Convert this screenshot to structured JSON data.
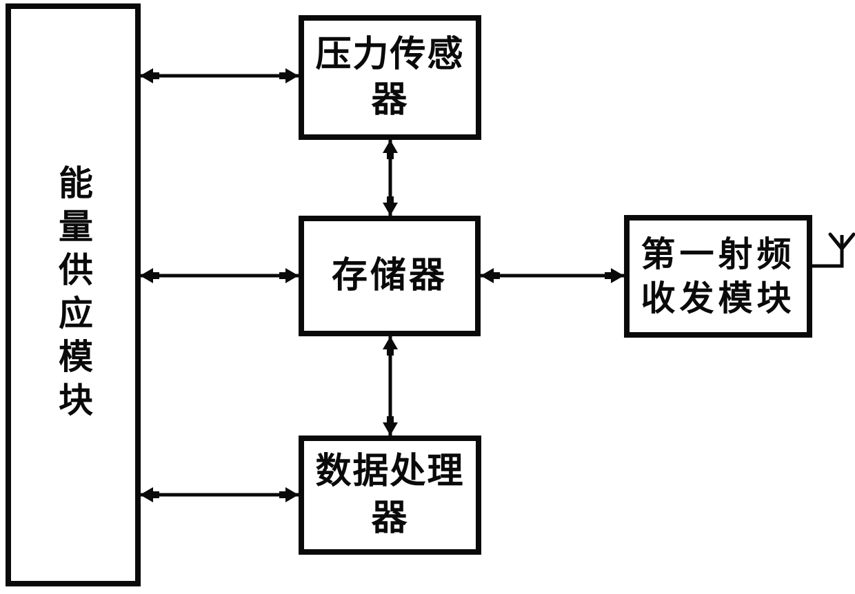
{
  "diagram": {
    "type": "block-diagram",
    "blocks": [
      {
        "id": "energy-supply-module",
        "label": "能量供应模块",
        "text_orientation": "vertical"
      },
      {
        "id": "pressure-sensor",
        "label": "压力传感器",
        "text_orientation": "horizontal"
      },
      {
        "id": "memory",
        "label": "存储器",
        "text_orientation": "horizontal"
      },
      {
        "id": "data-processor",
        "label": "数据处理器",
        "text_orientation": "horizontal"
      },
      {
        "id": "rf-transceiver",
        "label": "第一射频收发模块",
        "text_orientation": "horizontal"
      }
    ],
    "connections": [
      {
        "from": "energy-supply-module",
        "to": "pressure-sensor",
        "style": "double-headed-arrow"
      },
      {
        "from": "pressure-sensor",
        "to": "memory",
        "style": "double-headed-arrow"
      },
      {
        "from": "energy-supply-module",
        "to": "memory",
        "style": "double-headed-arrow"
      },
      {
        "from": "memory",
        "to": "rf-transceiver",
        "style": "double-headed-arrow"
      },
      {
        "from": "memory",
        "to": "data-processor",
        "style": "double-headed-arrow"
      },
      {
        "from": "energy-supply-module",
        "to": "data-processor",
        "style": "double-headed-arrow"
      },
      {
        "from": "rf-transceiver",
        "to": "antenna",
        "style": "plain-line"
      }
    ],
    "icons": [
      {
        "name": "antenna-icon",
        "meaning": "antenna attached to rf-transceiver"
      }
    ],
    "colors": {
      "ink": "#0a0a0a",
      "background": "#ffffff"
    }
  }
}
